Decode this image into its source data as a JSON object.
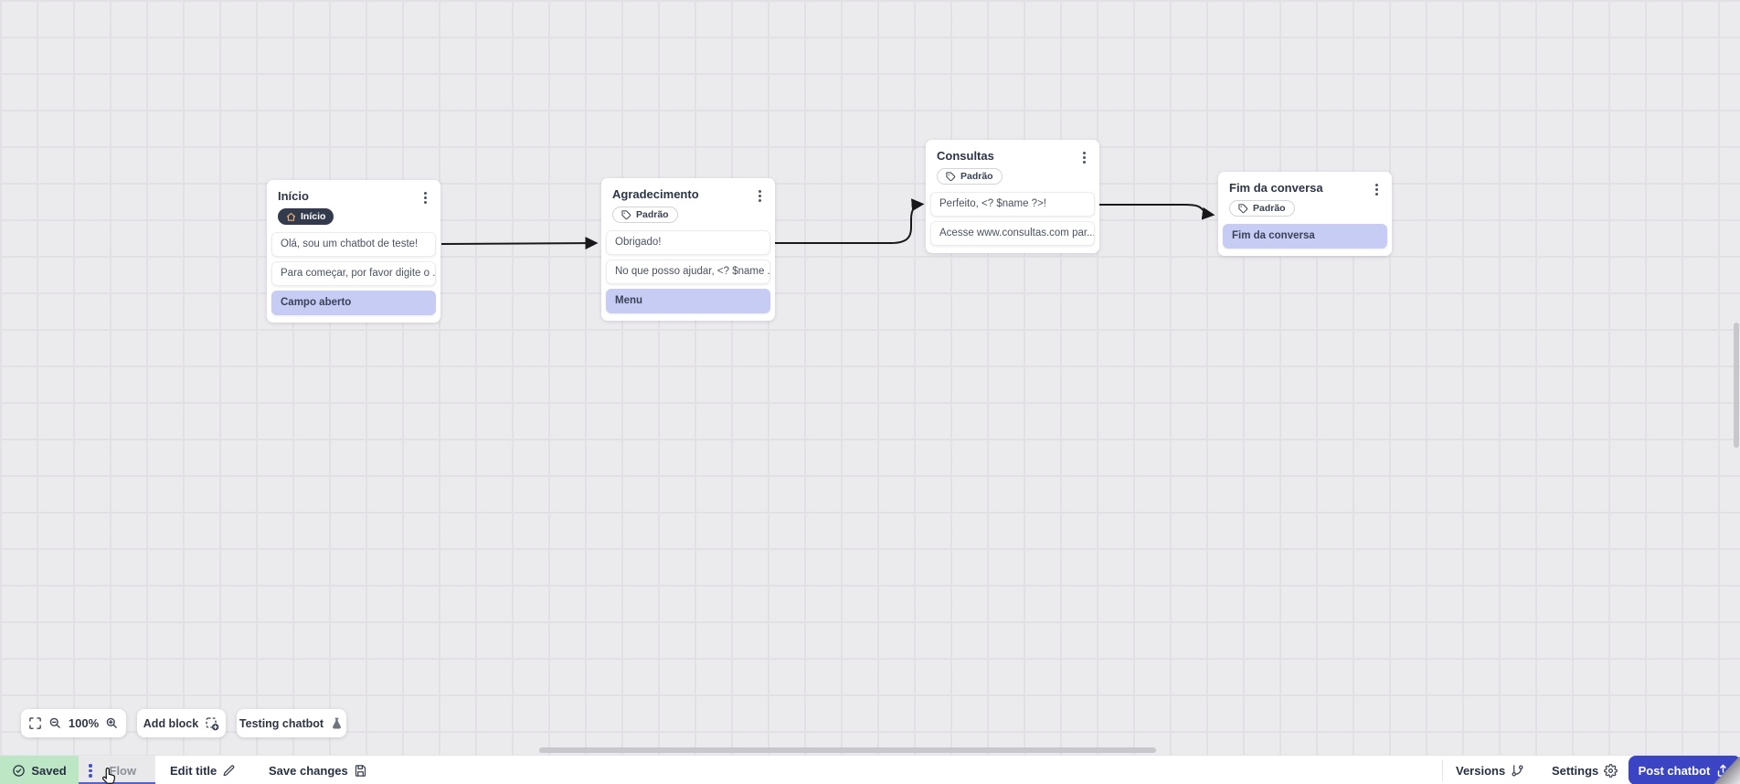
{
  "canvas": {
    "nodes": [
      {
        "title": "Início",
        "badge": "Início",
        "blocks": [
          "Olá, sou um chatbot de teste!",
          "Para começar, por favor digite o ...",
          "Campo aberto"
        ]
      },
      {
        "title": "Agradecimento",
        "badge": "Padrão",
        "blocks": [
          "Obrigado!",
          "No que posso ajudar, <? $name ...",
          "Menu"
        ]
      },
      {
        "title": "Consultas",
        "badge": "Padrão",
        "blocks": [
          "Perfeito, <? $name ?>!",
          "Acesse www.consultas.com par..."
        ]
      },
      {
        "title": "Fim da conversa",
        "badge": "Padrão",
        "blocks": [
          "Fim da conversa"
        ]
      }
    ]
  },
  "toolbar": {
    "zoom_level": "100%",
    "add_block": "Add block",
    "testing_chatbot": "Testing chatbot"
  },
  "statusbar": {
    "saved": "Saved",
    "flow_tab": "Flow",
    "edit_title": "Edit title",
    "save_changes": "Save changes",
    "versions": "Versions",
    "settings": "Settings",
    "post_chatbot": "Post chatbot"
  },
  "icons": {
    "home": "house-glyph",
    "tag": "label-tag-glyph",
    "kebab": "vertical-ellipsis",
    "fullscreen": "expand-corners",
    "zoom_out": "magnifier-minus",
    "zoom_in": "magnifier-plus",
    "add_block": "dashed-square-plus",
    "testing": "flask",
    "saved": "check-circle",
    "edit": "pencil",
    "save": "floppy-disk",
    "versions": "git-branch",
    "settings": "gear",
    "post": "upload-arrow"
  },
  "colors": {
    "canvas_bg": "#ebeaed",
    "grid_line": "#e2e0e4",
    "accent_blue": "#3b45c4",
    "tab_underline": "#5560d2",
    "saved_green_bg": "#bde7c4",
    "block_purple_bg": "#c6ccf3",
    "dark_pill_bg": "#323a4c",
    "arrow": "#18181a",
    "home_icon": "#edb27c"
  }
}
